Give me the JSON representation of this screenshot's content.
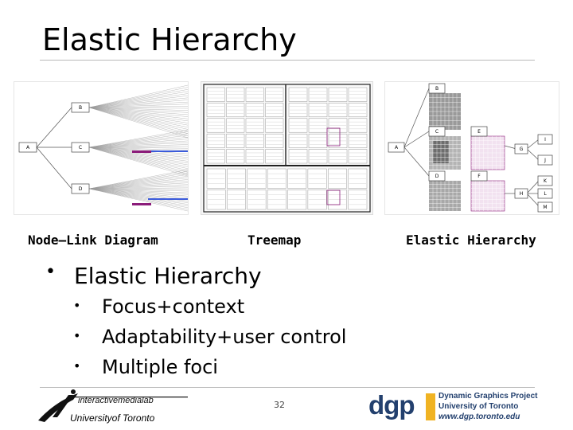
{
  "slide": {
    "title": "Elastic Hierarchy",
    "captions": [
      "Node–Link Diagram",
      "Treemap",
      "Elastic Hierarchy"
    ],
    "bullet": "Elastic Hierarchy",
    "sub_bullets": [
      "Focus+context",
      "Adaptability+user control",
      "Multiple foci"
    ],
    "page_number": "32"
  },
  "node_link": {
    "nodes": [
      "A",
      "B",
      "C",
      "D"
    ]
  },
  "elastic": {
    "nodes": [
      "A",
      "B",
      "C",
      "D",
      "E",
      "F",
      "G",
      "H",
      "I",
      "J",
      "K",
      "L",
      "M"
    ]
  },
  "footer": {
    "iml_logo_text": "interactivemedialab",
    "iml_university": "Universityof Toronto",
    "dgp_logo": "dgp",
    "dgp_line1": "Dynamic Graphics Project",
    "dgp_line2": "University of Toronto",
    "dgp_line3": "www.dgp.toronto.edu"
  },
  "colors": {
    "accent_purple": "#8b1c7a",
    "accent_blue": "#3b5bdb",
    "dgp_navy": "#23406e",
    "dgp_gold": "#f0b323"
  }
}
